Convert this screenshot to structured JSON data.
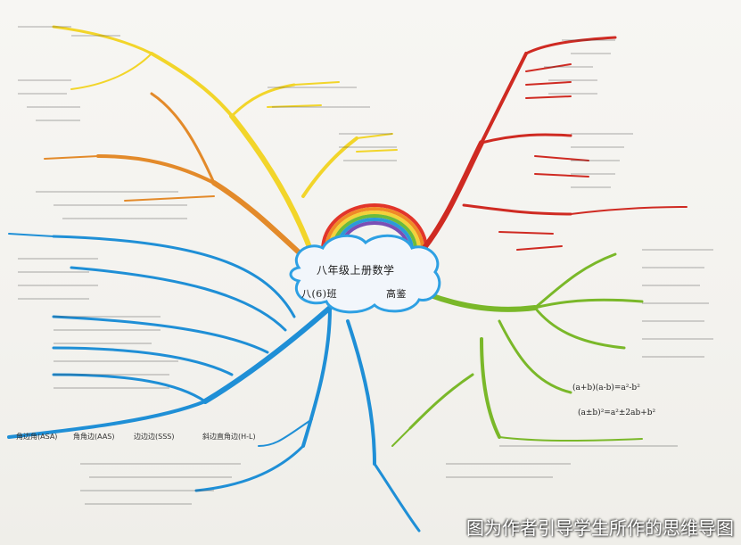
{
  "center": {
    "title": "八年级上册数学",
    "class_label": "八(6)班",
    "student_name": "高鉴"
  },
  "caption": "图为作者引导学生所作的思维导图",
  "formulas": {
    "difference_of_squares": "(a+b)(a-b)=a²-b²",
    "perfect_square": "(a±b)²=a²±2ab+b²"
  },
  "congruence_criteria": {
    "asa": "角边角(ASA)",
    "aas": "角角边(AAS)",
    "sss": "边边边(SSS)",
    "hl": "斜边直角边(H-L)"
  },
  "colors": {
    "yellow": "#f2d52a",
    "orange": "#e38a2a",
    "red": "#cf2a22",
    "green": "#7ab829",
    "blue": "#1f8fd6",
    "cloud_outline": "#2ea0e3"
  }
}
